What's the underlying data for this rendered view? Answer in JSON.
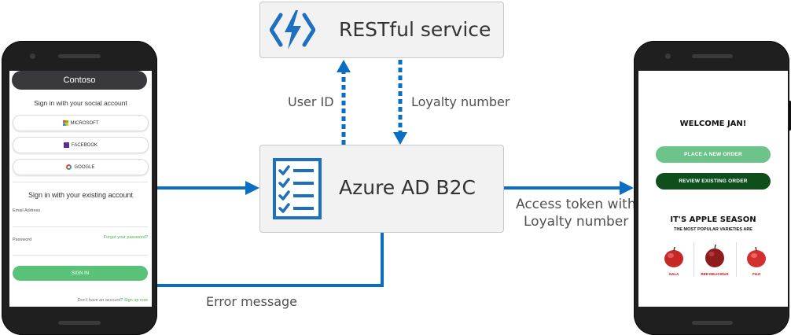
{
  "restful": {
    "label": "RESTful service"
  },
  "azure": {
    "label": "Azure AD B2C"
  },
  "flows": {
    "user_id": "User ID",
    "loyalty_number": "Loyalty number",
    "access_token_line1": "Access token with",
    "access_token_line2": "Loyalty number",
    "error_message": "Error message"
  },
  "signin_phone": {
    "brand": "Contoso",
    "social_title": "Sign in with your social account",
    "social_buttons": [
      "MICROSOFT",
      "FACEBOOK",
      "GOOGLE"
    ],
    "existing_title": "Sign in with your existing account",
    "email_label": "Email Address",
    "password_label": "Password",
    "forgot": "Forgot your password?",
    "signin_button": "SIGN IN",
    "no_account": "Don't have an account?",
    "signup": "Sign up now"
  },
  "app_phone": {
    "welcome": "WELCOME JAN!",
    "place_order": "PLACE A NEW ORDER",
    "review_order": "REVIEW EXISTING ORDER",
    "season_title": "IT'S APPLE SEASON",
    "season_subtitle": "THE MOST POPULAR VARIETIES ARE",
    "apples": [
      "GALA",
      "RED DELICIOUS",
      "FUJI"
    ]
  },
  "colors": {
    "arrow_blue": "#0a6fc2",
    "azure_blue": "#1f6fc0",
    "signin_green": "#5ac278",
    "place_order_green": "#6cc48a",
    "review_order_green": "#0f4f1c"
  }
}
